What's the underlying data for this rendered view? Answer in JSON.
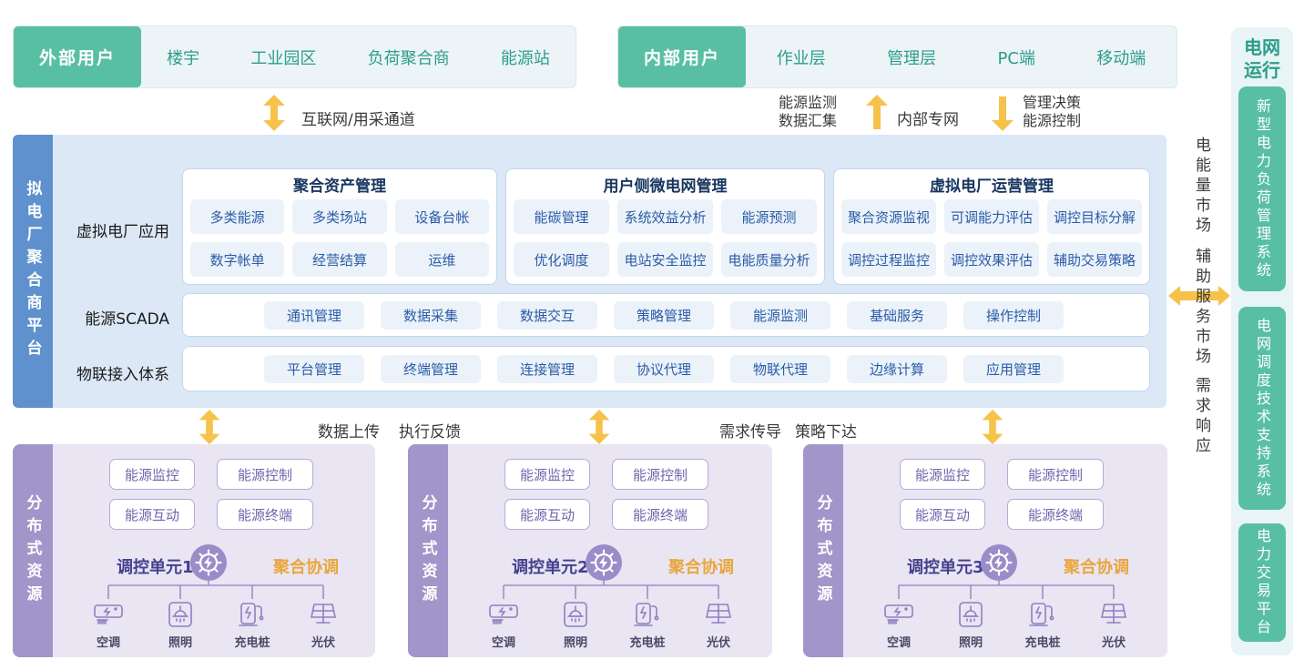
{
  "top": {
    "external": {
      "title": "外部用户",
      "items": [
        "楼宇",
        "工业园区",
        "负荷聚合商",
        "能源站"
      ]
    },
    "internal": {
      "title": "内部用户",
      "items": [
        "作业层",
        "管理层",
        "PC端",
        "移动端"
      ]
    },
    "left_channel": "互联网/用采通道",
    "collect_line1": "能源监测",
    "collect_line2": "数据汇集",
    "intranet": "内部专网",
    "decision_line1": "管理决策",
    "decision_line2": "能源控制"
  },
  "platform": {
    "side_label": "拟电厂聚合商平台",
    "app_label": "虚拟电厂应用",
    "groups": [
      {
        "title": "聚合资产管理",
        "items": [
          "多类能源",
          "多类场站",
          "设备台帐",
          "数字帐单",
          "经营结算",
          "运维"
        ]
      },
      {
        "title": "用户侧微电网管理",
        "items": [
          "能碳管理",
          "系统效益分析",
          "能源预测",
          "优化调度",
          "电站安全监控",
          "电能质量分析"
        ]
      },
      {
        "title": "虚拟电厂运营管理",
        "items": [
          "聚合资源监视",
          "可调能力评估",
          "调控目标分解",
          "调控过程监控",
          "调控效果评估",
          "辅助交易策略"
        ]
      }
    ],
    "scada": {
      "label": "能源SCADA",
      "items": [
        "通讯管理",
        "数据采集",
        "数据交互",
        "策略管理",
        "能源监测",
        "基础服务",
        "操作控制"
      ]
    },
    "iot": {
      "label": "物联接入体系",
      "items": [
        "平台管理",
        "终端管理",
        "连接管理",
        "协议代理",
        "物联代理",
        "边缘计算",
        "应用管理"
      ]
    }
  },
  "flows": {
    "up_left": "数据上传",
    "down_left": "执行反馈",
    "up_right": "需求传导",
    "down_right": "策略下达"
  },
  "resources": {
    "side_label": "分布式资源",
    "blocks": [
      {
        "unit": "调控单元1",
        "hub": "聚合协调",
        "functions": [
          "能源监控",
          "能源控制",
          "能源互动",
          "能源终端"
        ],
        "devices": [
          "空调",
          "照明",
          "充电桩",
          "光伏"
        ]
      },
      {
        "unit": "调控单元2",
        "hub": "聚合协调",
        "functions": [
          "能源监控",
          "能源控制",
          "能源互动",
          "能源终端"
        ],
        "devices": [
          "空调",
          "照明",
          "充电桩",
          "光伏"
        ]
      },
      {
        "unit": "调控单元3",
        "hub": "聚合协调",
        "functions": [
          "能源监控",
          "能源控制",
          "能源互动",
          "能源终端"
        ],
        "devices": [
          "空调",
          "照明",
          "充电桩",
          "光伏"
        ]
      }
    ]
  },
  "markets": [
    "电能量市场",
    "辅助服务市场",
    "需求响应"
  ],
  "grid": {
    "title": "电网运行",
    "systems": [
      "新型电力负荷管理系统",
      "电网调度技术支持系统",
      "电力交易平台"
    ]
  },
  "colors": {
    "teal": "#58BFA3",
    "teal_text": "#2C9D8C",
    "arrow_yellow": "#F6C24A",
    "band_bg": "#DCE8F6",
    "band_bar": "#5E91CD",
    "group_title": "#17365F",
    "chip_bg": "#EBF2F9",
    "chip_text": "#2A5CA8",
    "purple_bar": "#A295C9",
    "purple_bg": "#E9E5F3",
    "purple_chip_text": "#7165AC",
    "unit_text": "#45418F",
    "hub_text": "#E9A63C",
    "gear_circle": "#9A8CC8",
    "icon_stroke": "#8D80C0"
  }
}
